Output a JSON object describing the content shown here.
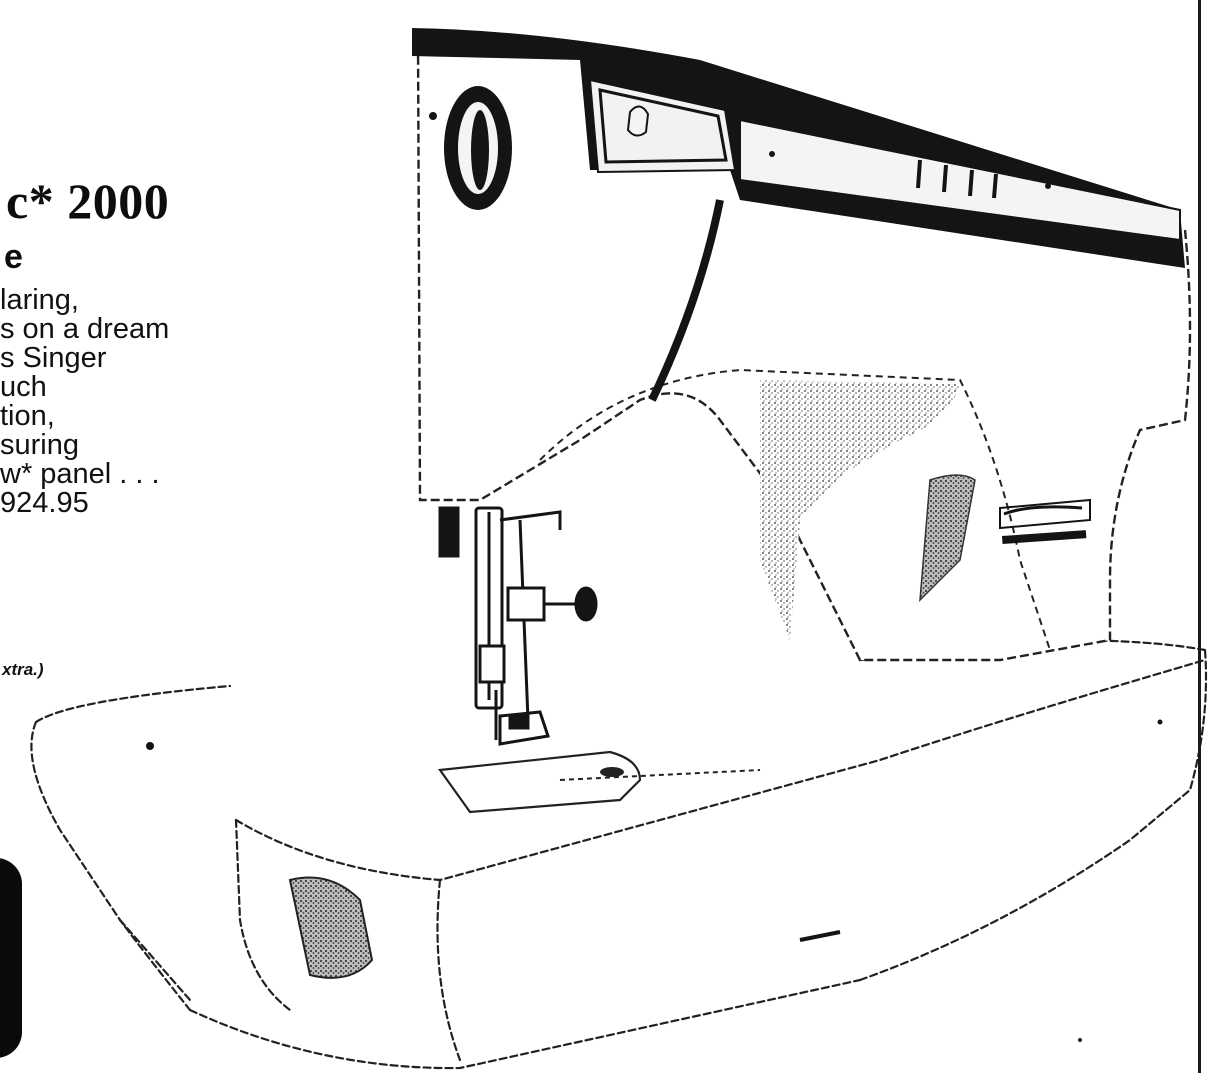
{
  "ad": {
    "headline": "c* 2000",
    "subhead": "e",
    "body_lines": [
      "laring,",
      "s on a dream",
      "s Singer",
      "uch",
      "tion,",
      "suring",
      "w* panel . . .",
      "924.95"
    ],
    "fineprint": "xtra.)"
  },
  "machine": {
    "badge_icon": "brand-badge-icon"
  },
  "colors": {
    "ink": "#111111",
    "paper": "#ffffff"
  }
}
